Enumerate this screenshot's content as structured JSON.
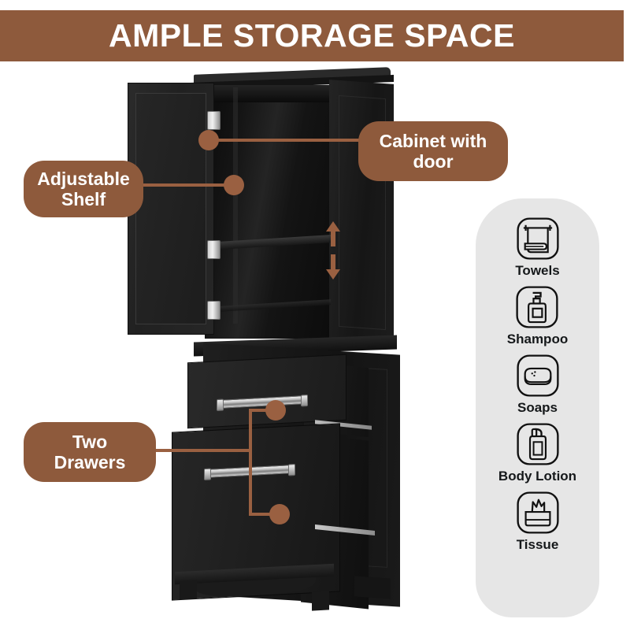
{
  "header": {
    "title": "AMPLE STORAGE SPACE",
    "bar_color": "#8E5A3C",
    "text_color": "#FFFFFF"
  },
  "callouts": [
    {
      "id": "adjustable-shelf",
      "label": "Adjustable\nShelf",
      "line1": "Adjustable",
      "line2": "Shelf",
      "color": "#8E5A3C"
    },
    {
      "id": "cabinet-with-door",
      "label": "Cabinet with\ndoor",
      "line1": "Cabinet with",
      "line2": "door",
      "color": "#8E5A3C"
    },
    {
      "id": "two-drawers",
      "label": "Two\nDrawers",
      "line1": "Two",
      "line2": "Drawers",
      "color": "#8E5A3C"
    }
  ],
  "product": {
    "name": "tall-black-bathroom-storage-cabinet",
    "finish_color": "#1b1b1b",
    "hardware_color": "#cfcfcf"
  },
  "icon_panel": {
    "background_color": "#E6E6E6",
    "items": [
      {
        "icon": "towels-icon",
        "label": "Towels"
      },
      {
        "icon": "shampoo-icon",
        "label": "Shampoo"
      },
      {
        "icon": "soaps-icon",
        "label": "Soaps"
      },
      {
        "icon": "body-lotion-icon",
        "label": "Body Lotion"
      },
      {
        "icon": "tissue-icon",
        "label": "Tissue"
      }
    ]
  },
  "connectors": {
    "color": "#9A6041",
    "shelf_arrows": "up-down-arrows"
  }
}
